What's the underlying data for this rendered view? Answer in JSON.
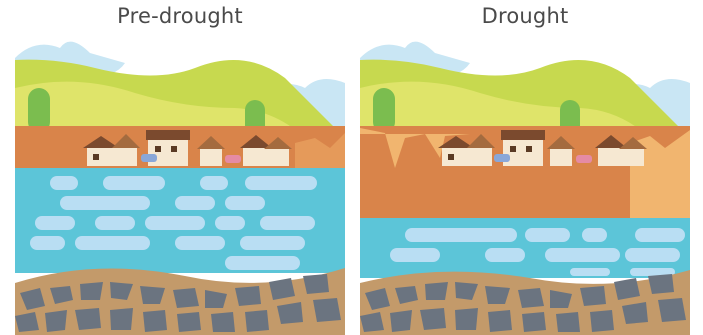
{
  "panels": [
    {
      "title": "Pre-drought",
      "scene": "pre-drought"
    },
    {
      "title": "Drought",
      "scene": "drought"
    }
  ],
  "colors": {
    "sky_cloud": "#c9e6f4",
    "hill_far": "#c7d94f",
    "hill_near": "#dfe46a",
    "tree": "#7bbd4f",
    "soil": "#d9844a",
    "soil_light": "#f1b56f",
    "water": "#5cc5d8",
    "water_patch": "#b9def3",
    "bedrock": "#c39a6a",
    "rock": "#6b7480"
  }
}
